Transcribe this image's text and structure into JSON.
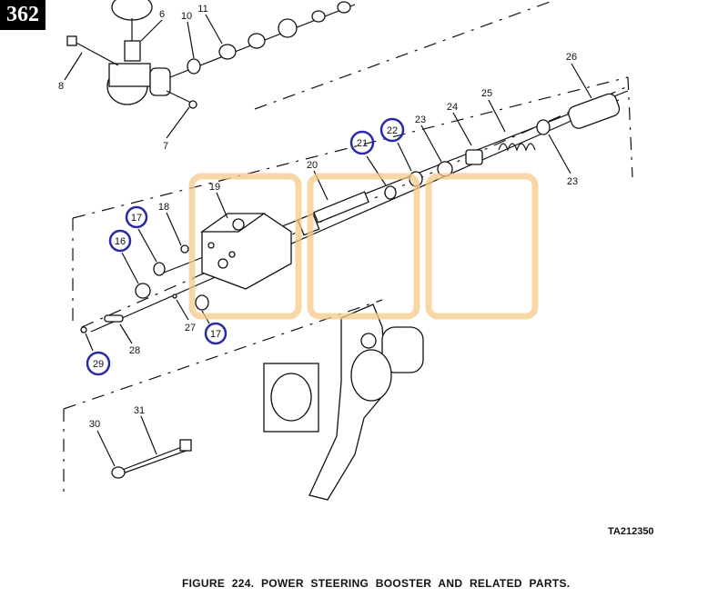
{
  "page_number": "362",
  "figure_caption": "FIGURE 224. POWER STEERING BOOSTER AND RELATED PARTS.",
  "drawing_id": "TA212350",
  "callouts": [
    "6",
    "10",
    "11",
    "8",
    "7",
    "26",
    "25",
    "24",
    "23",
    "23",
    "22",
    "21",
    "20",
    "19",
    "18",
    "17",
    "16",
    "17",
    "27",
    "28",
    "29",
    "30",
    "31"
  ],
  "circled_callouts": [
    "22",
    "21",
    "17",
    "16",
    "17",
    "29"
  ],
  "colors": {
    "circle": "#2a2aa8",
    "highlight": "#f5c98a"
  }
}
